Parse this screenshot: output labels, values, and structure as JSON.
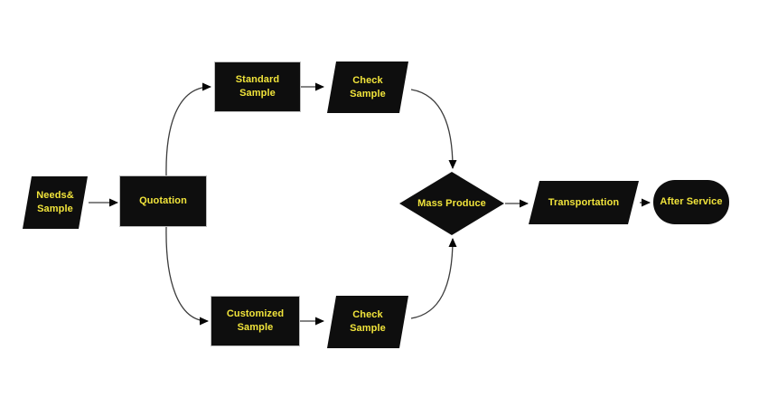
{
  "diagram": {
    "title": "Sample-to-service production flowchart",
    "background_color": "#ffffff",
    "node_fill_color": "#0e0e0e",
    "label_color": "#f1e43b",
    "connector_color": "#3c3c3c",
    "arrowhead_color": "#050505",
    "nodes": [
      {
        "id": "needs-sample",
        "shape": "parallelogram",
        "label": "Needs&\nSample"
      },
      {
        "id": "quotation",
        "shape": "rectangle",
        "label": "Quotation"
      },
      {
        "id": "standard-sample",
        "shape": "rectangle",
        "label": "Standard\nSample"
      },
      {
        "id": "check-sample-top",
        "shape": "parallelogram",
        "label": "Check\nSample"
      },
      {
        "id": "customized-sample",
        "shape": "rectangle",
        "label": "Customized\nSample"
      },
      {
        "id": "check-sample-bottom",
        "shape": "parallelogram",
        "label": "Check\nSample"
      },
      {
        "id": "mass-produce",
        "shape": "diamond",
        "label": "Mass Produce"
      },
      {
        "id": "transportation",
        "shape": "parallelogram",
        "label": "Transportation"
      },
      {
        "id": "after-service",
        "shape": "terminator",
        "label": "After Service"
      }
    ],
    "edges": [
      {
        "from": "needs-sample",
        "to": "quotation"
      },
      {
        "from": "quotation",
        "to": "standard-sample"
      },
      {
        "from": "quotation",
        "to": "customized-sample"
      },
      {
        "from": "standard-sample",
        "to": "check-sample-top"
      },
      {
        "from": "customized-sample",
        "to": "check-sample-bottom"
      },
      {
        "from": "check-sample-top",
        "to": "mass-produce"
      },
      {
        "from": "check-sample-bottom",
        "to": "mass-produce"
      },
      {
        "from": "mass-produce",
        "to": "transportation"
      },
      {
        "from": "transportation",
        "to": "after-service"
      }
    ]
  }
}
